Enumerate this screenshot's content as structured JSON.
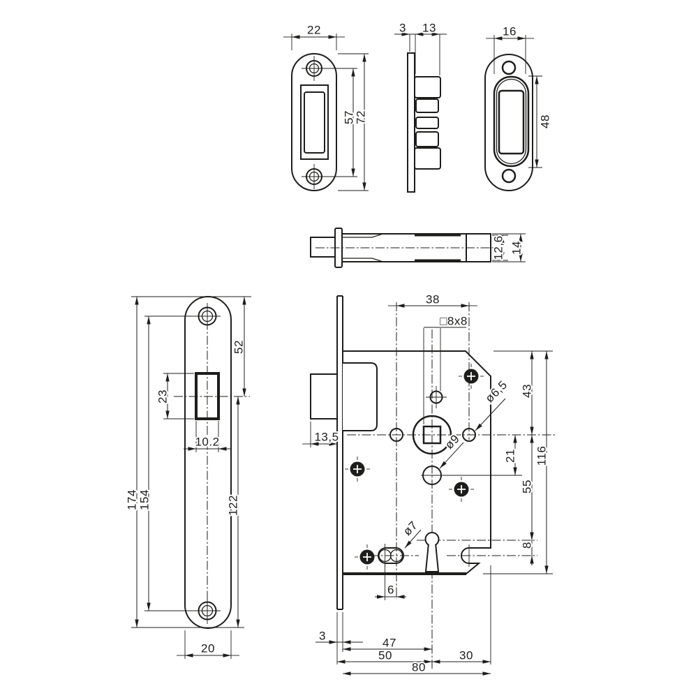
{
  "colors": {
    "background": "#ffffff",
    "line": "#1d1d1b"
  },
  "views": {
    "strike_plate_front": {
      "width": "22",
      "hole_pitch": "57",
      "height": "72"
    },
    "strike_plate_side": {
      "plate_thickness": "3",
      "housing_depth": "13"
    },
    "magnet_plate_front": {
      "insert_width": "16",
      "insert_height": "48"
    },
    "latch_bolt_side": {
      "bolt_height": "12,6",
      "total_height": "14"
    },
    "faceplate_front": {
      "top_to_latch_center": "52",
      "latch_height": "23",
      "latch_width": "10.2",
      "plate_height": "174",
      "hole_pitch": "154",
      "latch_center_to_bottom": "122",
      "plate_width": "20"
    },
    "lock_case": {
      "hole_span": "38",
      "spindle_square": "□8x8",
      "latch_projection": "13,5",
      "hole_dia_right": "ø6,5",
      "hole_dia_center": "ø9",
      "center_to_lower_hole": "21",
      "top_to_center": "43",
      "case_height": "116",
      "center_to_keyhole": "55",
      "keyhole_to_hook": "8",
      "slot_hole_dia": "ø7",
      "slot_pitch": "6",
      "faceplate_thickness": "3",
      "backset_inner": "47",
      "backset_outer": "50",
      "center_to_back": "30",
      "case_depth": "80"
    }
  }
}
